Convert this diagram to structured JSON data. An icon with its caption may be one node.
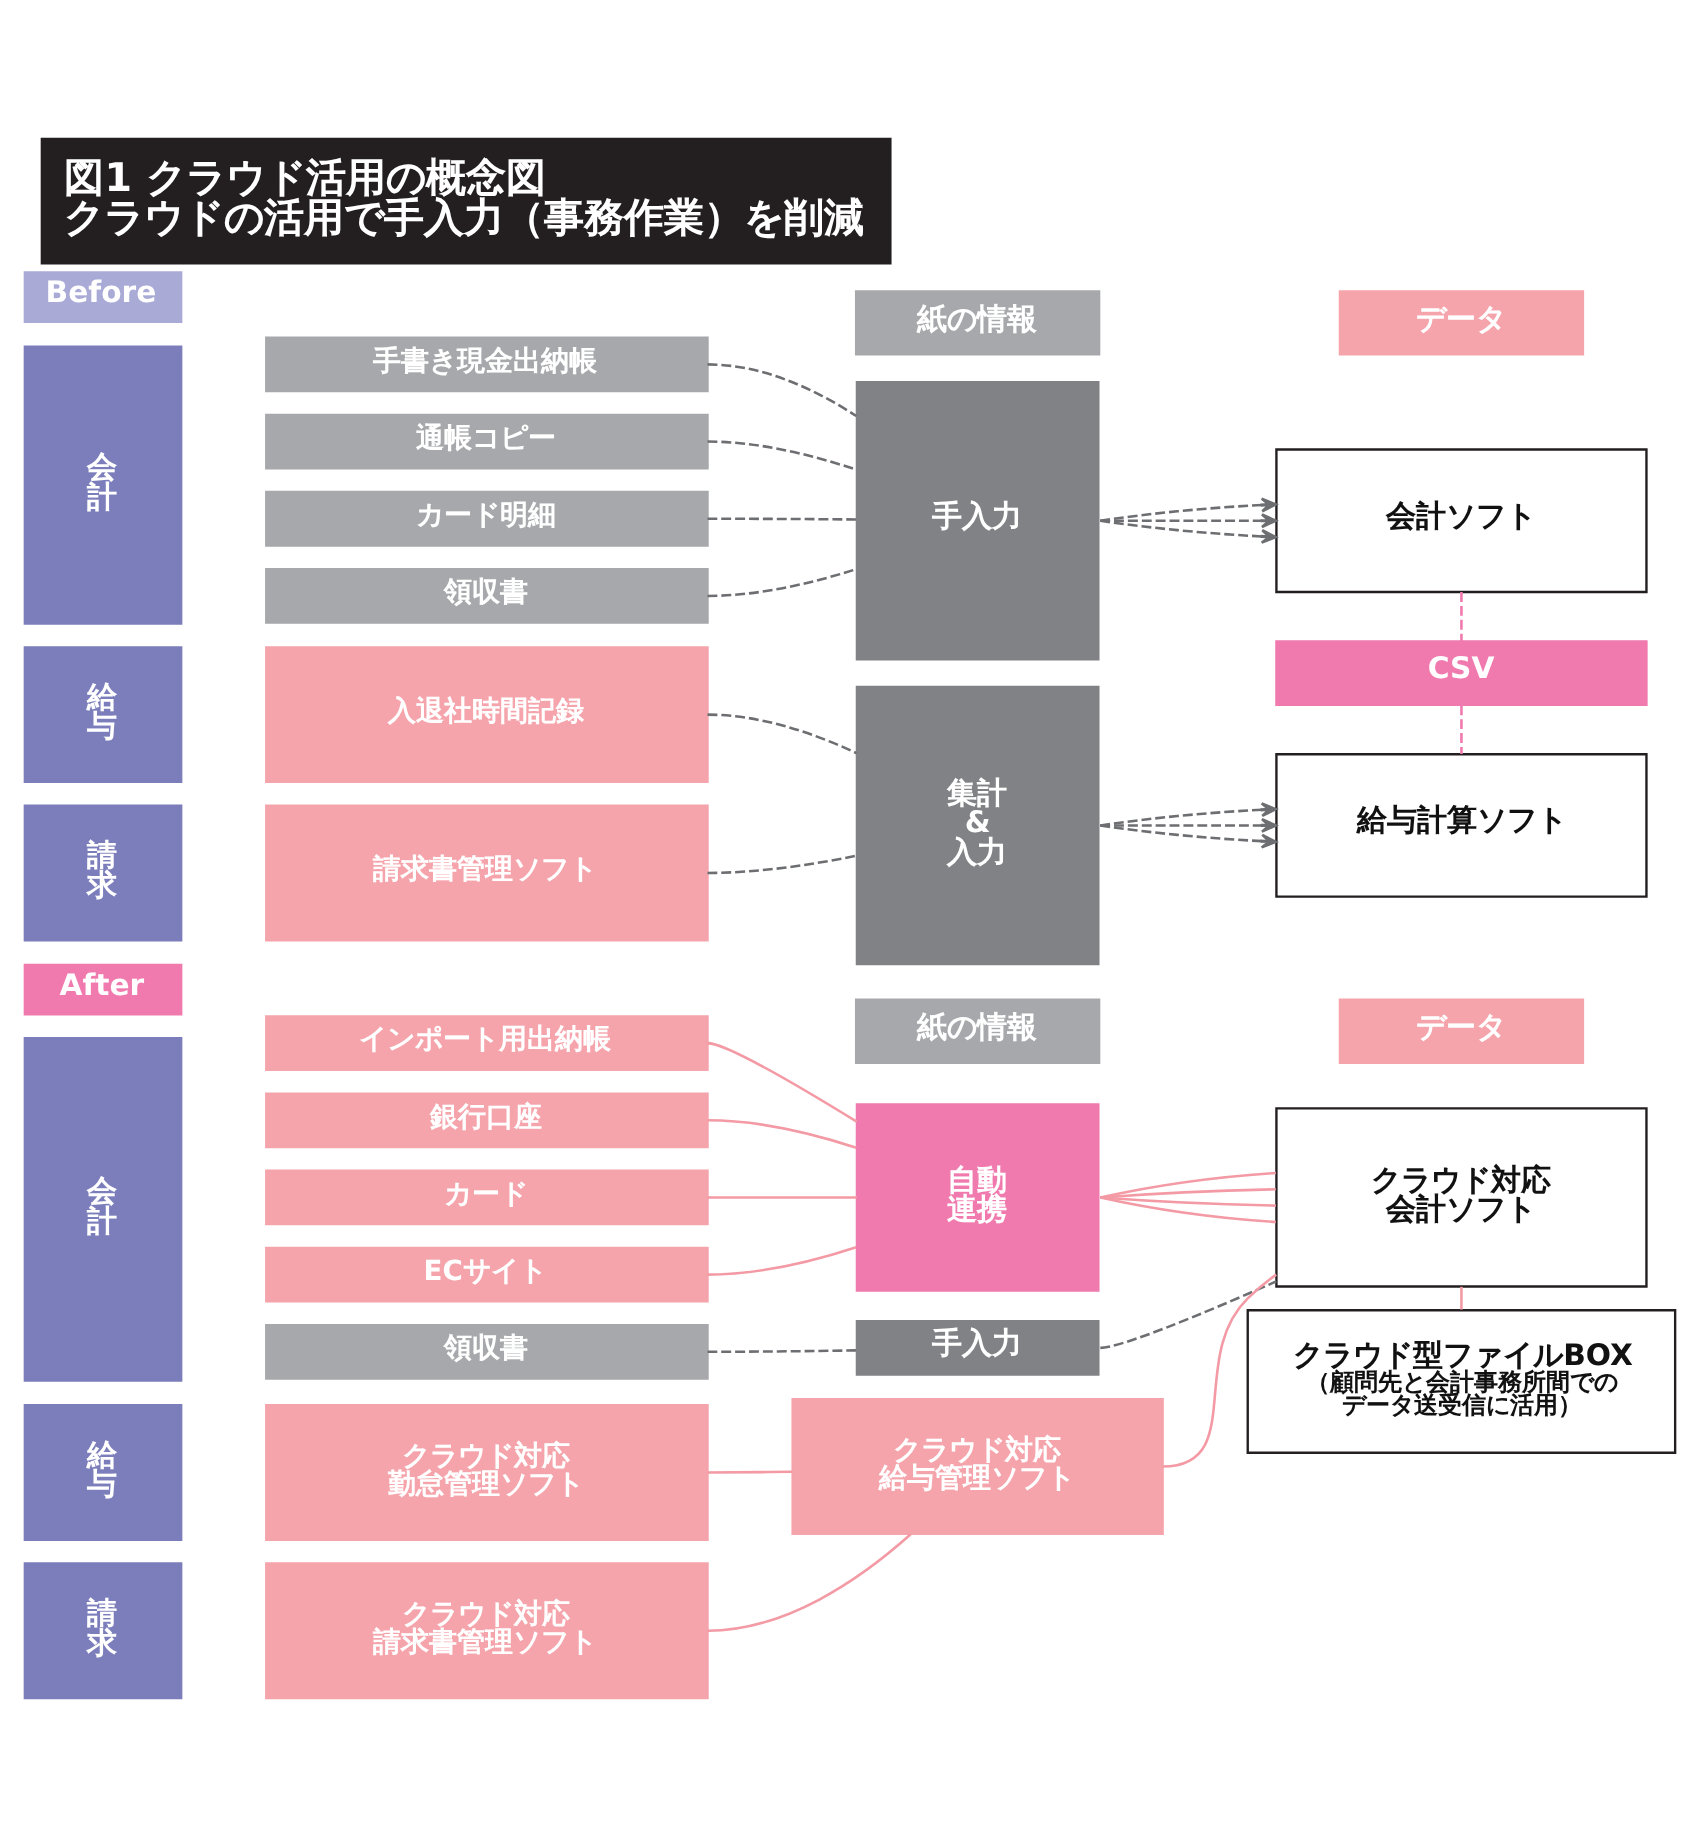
{
  "diagram": {
    "title": "図1 クラウド活用の概念図クラウドの活用で手入力（事務作業）を削減",
    "nodes": [
      {
        "text": [
          "Before"
        ]
      },
      {
        "text": [
          "会計"
        ]
      },
      {
        "text": [
          "手書き現金出納帳"
        ]
      },
      {
        "text": [
          "通帳コピー"
        ]
      },
      {
        "text": [
          "カード明細"
        ]
      },
      {
        "text": [
          "領収書"
        ]
      },
      {
        "text": [
          "手入力"
        ]
      },
      {
        "text": [
          "会計ソフト"
        ]
      },
      {
        "text": [
          "CSV"
        ]
      },
      {
        "text": [
          "給与"
        ]
      },
      {
        "text": [
          "入退社時間記録"
        ]
      },
      {
        "text": [
          "集計 & 入力"
        ]
      },
      {
        "text": [
          "給与計算ソフト"
        ]
      },
      {
        "text": [
          "請求"
        ]
      },
      {
        "text": [
          "請求書管理ソフト"
        ]
      },
      {
        "text": [
          "After"
        ]
      },
      {
        "text": [
          "会計"
        ]
      },
      {
        "text": [
          "インポート用出納帳"
        ]
      },
      {
        "text": [
          "銀行口座"
        ]
      },
      {
        "text": [
          "カード"
        ]
      },
      {
        "text": [
          "ECサイト"
        ]
      },
      {
        "text": [
          "自動連携"
        ]
      },
      {
        "text": [
          "クラウド対応会計ソフト"
        ]
      },
      {
        "text": [
          "領収書"
        ]
      },
      {
        "text": [
          "手入力"
        ]
      },
      {
        "text": [
          "給与"
        ]
      },
      {
        "text": [
          "クラウド対応勤怠管理ソフト"
        ]
      },
      {
        "text": [
          "クラウド対応給与管理ソフト"
        ]
      },
      {
        "text": [
          "請求"
        ]
      },
      {
        "text": [
          "クラウド対応請求書管理ソフト"
        ]
      },
      {
        "text": [
          "クラウド型ファイルBOX",
          "（顧問先と会計事務所間でのデータ送受信に活用）"
        ]
      }
    ],
    "edges": [
      {
        "from": 2,
        "to": 6,
        "arrow": "none",
        "style": "dashed"
      },
      {
        "from": 3,
        "to": 6,
        "arrow": "none",
        "style": "dashed"
      },
      {
        "from": 4,
        "to": 6,
        "arrow": "none",
        "style": "dashed"
      },
      {
        "from": 5,
        "to": 6,
        "arrow": "none",
        "style": "dashed"
      },
      {
        "from": 6,
        "to": 7,
        "arrow": "to",
        "style": "dashed"
      },
      {
        "from": 6,
        "to": 7,
        "arrow": "to",
        "style": "dashed"
      },
      {
        "from": 6,
        "to": 7,
        "arrow": "to",
        "style": "dashed"
      },
      {
        "from": 7,
        "to": 8,
        "arrow": "none",
        "style": "dashed",
        "color": "#f07aae"
      },
      {
        "from": 8,
        "to": 12,
        "arrow": "none",
        "style": "dashed",
        "color": "#f07aae"
      },
      {
        "from": 10,
        "to": 11,
        "arrow": "none",
        "style": "dashed"
      },
      {
        "from": 14,
        "to": 11,
        "arrow": "none",
        "style": "dashed"
      },
      {
        "from": 11,
        "to": 12,
        "arrow": "to",
        "style": "dashed"
      },
      {
        "from": 11,
        "to": 12,
        "arrow": "to",
        "style": "dashed"
      },
      {
        "from": 11,
        "to": 12,
        "arrow": "to",
        "style": "dashed"
      },
      {
        "from": 17,
        "to": 21,
        "arrow": "none",
        "color": "#f39aa5"
      },
      {
        "from": 18,
        "to": 21,
        "arrow": "none",
        "color": "#f39aa5"
      },
      {
        "from": 19,
        "to": 21,
        "arrow": "none",
        "color": "#f39aa5"
      },
      {
        "from": 20,
        "to": 21,
        "arrow": "none",
        "color": "#f39aa5"
      },
      {
        "from": 21,
        "to": 22,
        "arrow": "none",
        "color": "#f39aa5"
      },
      {
        "from": 21,
        "to": 22,
        "arrow": "none",
        "color": "#f39aa5"
      },
      {
        "from": 21,
        "to": 22,
        "arrow": "none",
        "color": "#f39aa5"
      },
      {
        "from": 21,
        "to": 22,
        "arrow": "none",
        "color": "#f39aa5"
      },
      {
        "from": 23,
        "to": 24,
        "arrow": "none",
        "style": "dashed"
      },
      {
        "from": 24,
        "to": 22,
        "arrow": "none",
        "style": "dashed"
      },
      {
        "from": 22,
        "to": 30,
        "arrow": "none",
        "color": "#f39aa5"
      },
      {
        "from": 27,
        "to": 22,
        "arrow": "none",
        "color": "#f39aa5"
      },
      {
        "from": 26,
        "to": 27,
        "arrow": "none",
        "color": "#f39aa5"
      },
      {
        "from": 29,
        "to": 27,
        "arrow": "none",
        "color": "#f39aa5"
      }
    ],
    "legend": [
      {
        "text": "紙の情報",
        "color": "#a7a8ab"
      },
      {
        "text": "データ",
        "color": "#f5a4ab"
      },
      {
        "text": "紙の情報",
        "color": "#a7a8ab"
      },
      {
        "text": "データ",
        "color": "#f5a4ab"
      }
    ]
  }
}
